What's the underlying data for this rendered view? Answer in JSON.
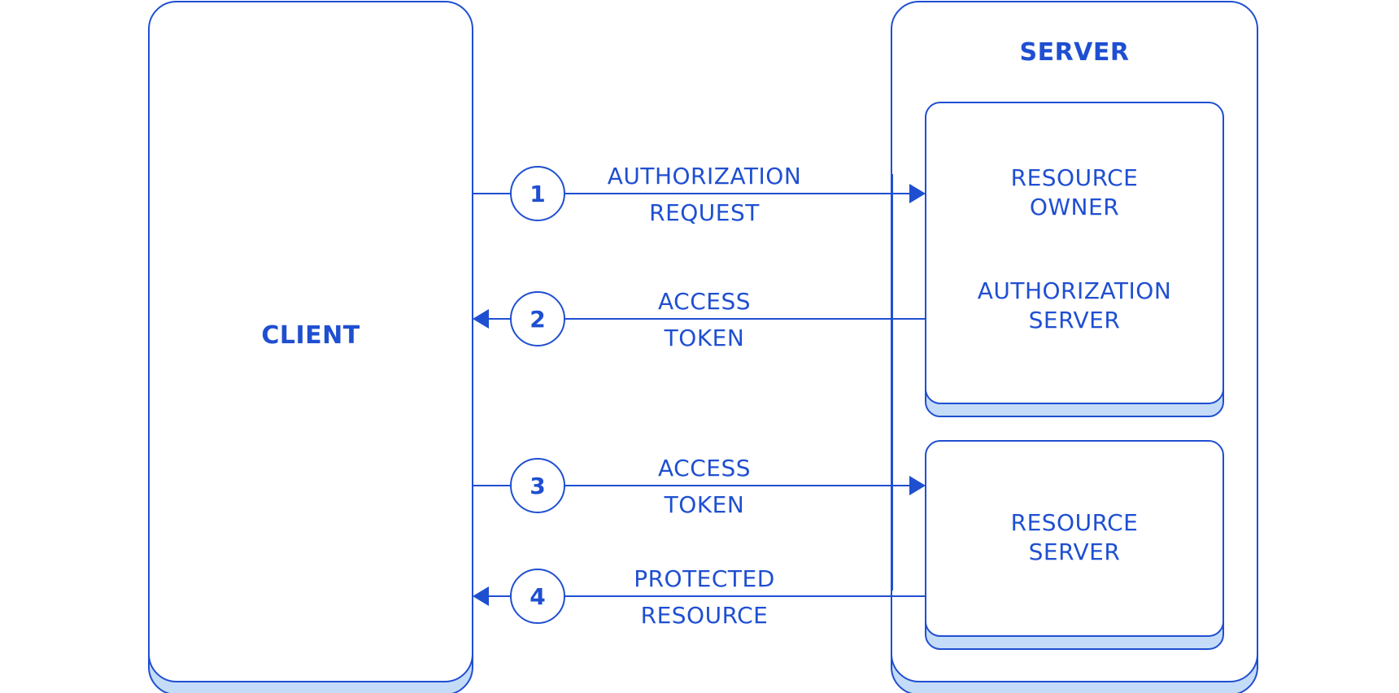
{
  "colors": {
    "stroke": "#1f4fd1",
    "shadow": "#c4dcf8",
    "background": "#ffffff"
  },
  "client": {
    "label": "CLIENT"
  },
  "server": {
    "label": "SERVER",
    "auth_box": {
      "owner_line1": "RESOURCE",
      "owner_line2": "OWNER",
      "server_line1": "AUTHORIZATION",
      "server_line2": "SERVER"
    },
    "resource_box": {
      "line1": "RESOURCE",
      "line2": "SERVER"
    }
  },
  "steps": [
    {
      "number": "1",
      "line1": "AUTHORIZATION",
      "line2": "REQUEST",
      "direction": "to-server"
    },
    {
      "number": "2",
      "line1": "ACCESS",
      "line2": "TOKEN",
      "direction": "to-client"
    },
    {
      "number": "3",
      "line1": "ACCESS",
      "line2": "TOKEN",
      "direction": "to-server"
    },
    {
      "number": "4",
      "line1": "PROTECTED",
      "line2": "RESOURCE",
      "direction": "to-client"
    }
  ]
}
